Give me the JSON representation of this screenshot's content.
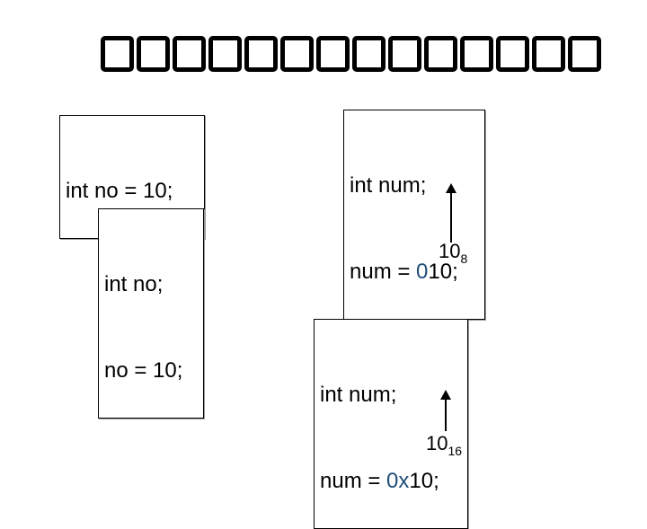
{
  "title": {
    "glyph_count": 14
  },
  "boxes": {
    "decimal_init": {
      "line1": "int no = 10;"
    },
    "decimal_assign": {
      "line1": "int no;",
      "line2": "no = 10;"
    },
    "octal": {
      "line1": "int num;",
      "line2_prefix": "num = ",
      "line2_accent": "0",
      "line2_suffix": "10;"
    },
    "hex": {
      "line1": "int num;",
      "line2_prefix": "num = ",
      "line2_accent": "0x",
      "line2_suffix": "10;"
    }
  },
  "labels": {
    "octal_value": "10",
    "octal_base": "8",
    "hex_value": "10",
    "hex_base": "16"
  },
  "colors": {
    "accent": "#1f4e79"
  }
}
